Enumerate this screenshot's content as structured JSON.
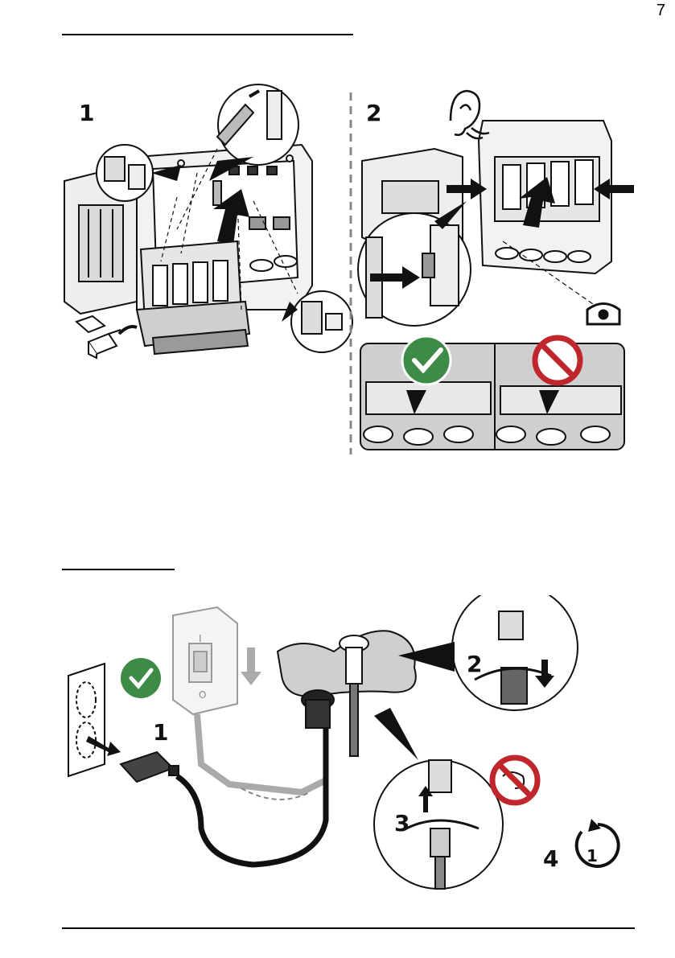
{
  "page": {
    "number": "7"
  },
  "figure_top": {
    "step_1": "1",
    "step_2": "2"
  },
  "figure_bottom": {
    "step_1": "1",
    "step_2": "2",
    "step_3": "3",
    "step_4": "4",
    "rotation_count": "1",
    "switch_on_mark": "I",
    "switch_off_mark": "O"
  },
  "colors": {
    "ok_green": "#3d8b46",
    "no_red": "#c0272d",
    "panel_gray": "#d9d9d9",
    "outline": "#111111"
  },
  "icons": {
    "ok": "checkmark-icon",
    "no": "prohibited-icon",
    "ear": "ear-icon",
    "eye": "eye-icon",
    "rotate": "rotate-icon"
  }
}
